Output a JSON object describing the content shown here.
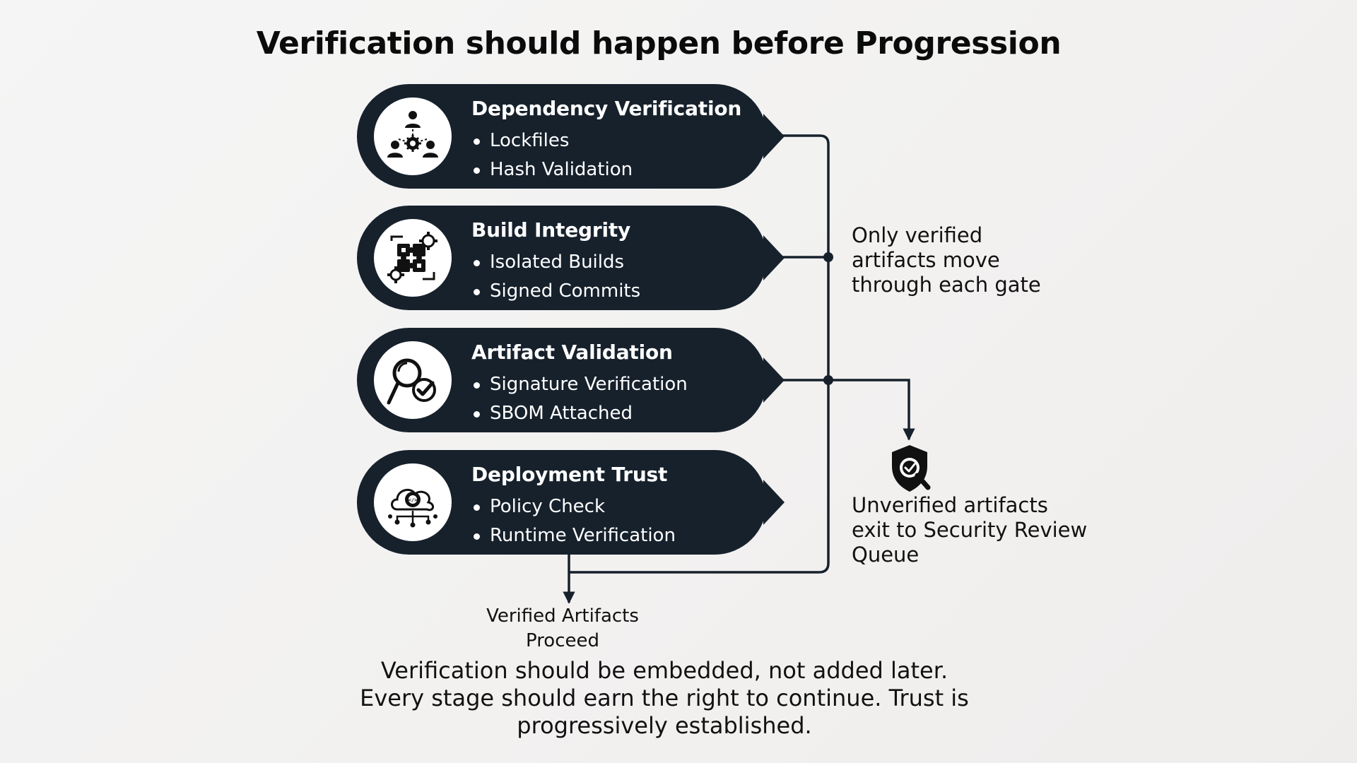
{
  "title": "Verification should happen before Progression",
  "colors": {
    "card": "#16212c",
    "connector": "#16212c",
    "background": "#f3f2f1",
    "icon_background": "#ffffff"
  },
  "stages": [
    {
      "title": "Dependency Verification",
      "icon": "dependency-network-icon",
      "bullets": [
        "Lockfiles",
        "Hash Validation"
      ]
    },
    {
      "title": "Build Integrity",
      "icon": "puzzle-gears-icon",
      "bullets": [
        "Isolated Builds",
        "Signed Commits"
      ]
    },
    {
      "title": "Artifact Validation",
      "icon": "magnifier-check-icon",
      "bullets": [
        "Signature Verification",
        "SBOM Attached"
      ]
    },
    {
      "title": "Deployment Trust",
      "icon": "cloud-code-network-icon",
      "bullets": [
        "Policy Check",
        "Runtime Verification"
      ]
    }
  ],
  "notes": {
    "gate": [
      "Only verified",
      "artifacts move",
      "through each gate"
    ],
    "exit": [
      "Unverified artifacts",
      "exit to Security Review",
      "Queue"
    ],
    "exit_icon": "shield-search-icon"
  },
  "verified_output": [
    "Verified Artifacts",
    "Proceed"
  ],
  "footer": [
    "Verification should be embedded, not added later.",
    "Every stage should earn the right to continue. Trust is",
    "progressively established."
  ]
}
